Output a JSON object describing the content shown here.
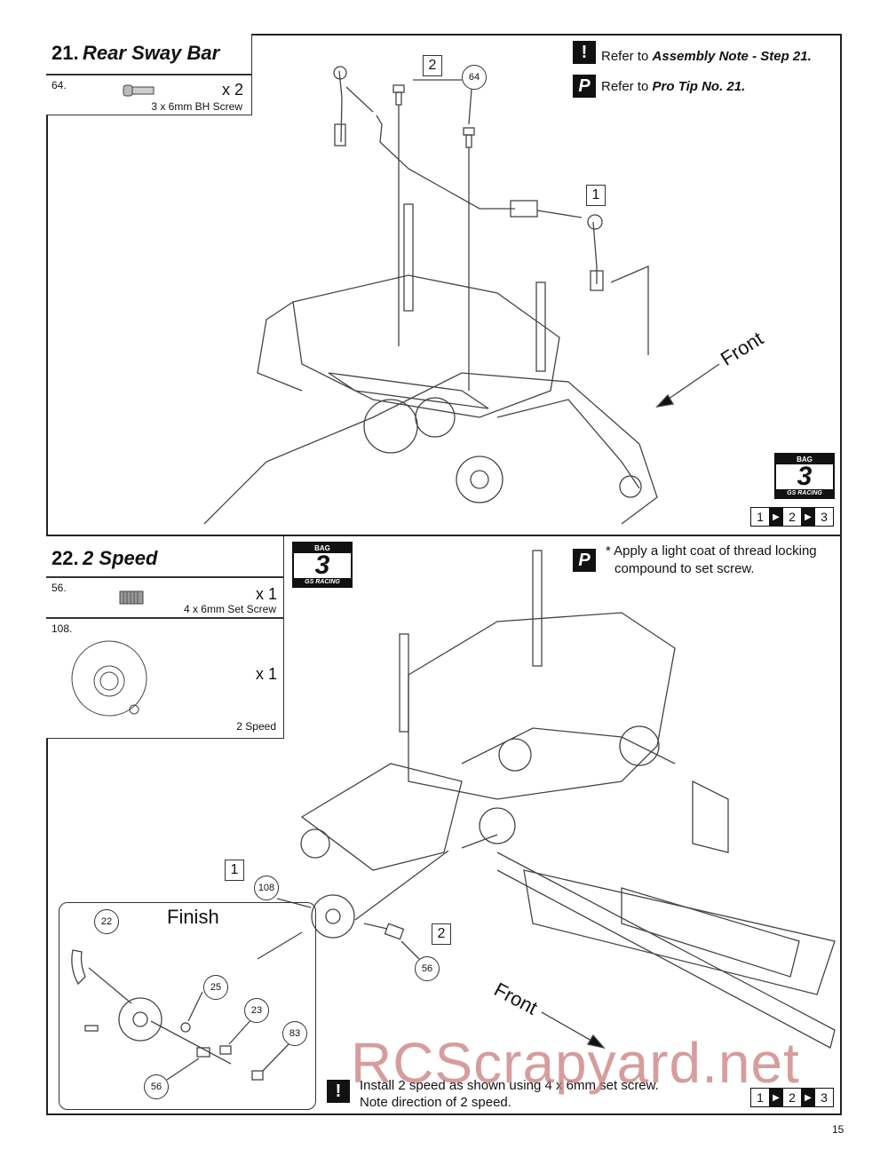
{
  "step21": {
    "number": "21.",
    "title": "Rear Sway Bar",
    "part": {
      "id": "64.",
      "qty": "x 2",
      "desc": "3 x 6mm BH Screw"
    },
    "notes": [
      {
        "icon": "!",
        "prefix": "Refer to ",
        "emph": "Assembly Note - Step 21."
      },
      {
        "icon": "P",
        "prefix": "Refer to ",
        "emph": "Pro Tip No. 21."
      }
    ],
    "callouts": {
      "c64": "64",
      "sq2": "2",
      "sq1": "1"
    },
    "front_label": "Front",
    "bag": {
      "top": "BAG",
      "number": "3",
      "bottom": "GS RACING"
    },
    "sequence": [
      "1",
      "2",
      "3"
    ]
  },
  "step22": {
    "number": "22.",
    "title": "2 Speed",
    "parts": [
      {
        "id": "56.",
        "qty": "x 1",
        "desc": "4 x 6mm Set Screw"
      },
      {
        "id": "108.",
        "qty": "x 1",
        "desc": "2 Speed"
      }
    ],
    "bag": {
      "top": "BAG",
      "number": "3",
      "bottom": "GS RACING"
    },
    "pro_tip": {
      "icon": "P",
      "line1": "* Apply a light coat of thread locking",
      "line2": "compound to set screw."
    },
    "callouts": {
      "c108": "108",
      "c56": "56",
      "sq1": "1",
      "sq2": "2",
      "f22": "22",
      "f25": "25",
      "f23": "23",
      "f83": "83",
      "f56": "56"
    },
    "finish_label": "Finish",
    "front_label": "Front",
    "note": {
      "icon": "!",
      "line1": "Install 2 speed as shown using 4 x 6mm set screw.",
      "line2": "Note direction of 2 speed."
    },
    "sequence": [
      "1",
      "2",
      "3"
    ]
  },
  "watermark": "RCScrapyard.net",
  "page_number": "15"
}
